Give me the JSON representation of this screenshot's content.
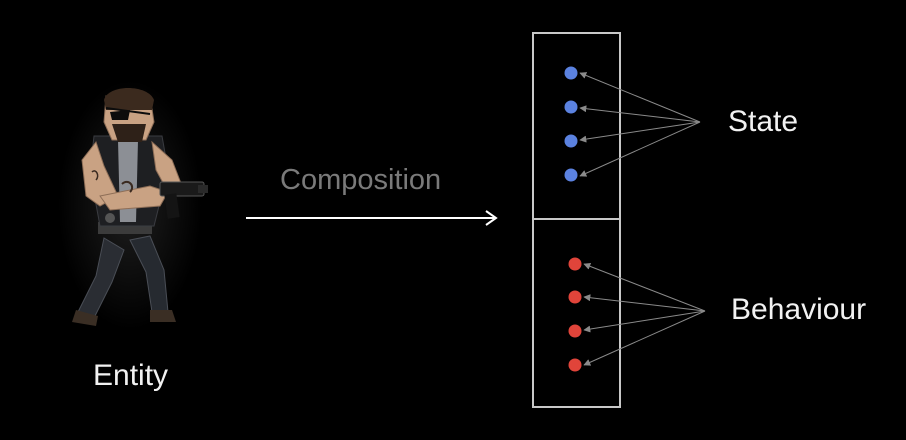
{
  "labels": {
    "entity": "Entity",
    "composition": "Composition",
    "state": "State",
    "behaviour": "Behaviour"
  },
  "colors": {
    "background": "#000000",
    "state_dot": "#5b82e0",
    "behaviour_dot": "#e0443a",
    "box_stroke": "#c8c8c8",
    "pointer_lines": "#8a8a8a",
    "composition_text": "#7a7a7a",
    "label_text": "#f2f2f2"
  },
  "components": [
    {
      "name": "state",
      "item_count": 4
    },
    {
      "name": "behaviour",
      "item_count": 4
    }
  ],
  "icons": [
    "entity-character-figure",
    "composition-arrow-icon"
  ]
}
